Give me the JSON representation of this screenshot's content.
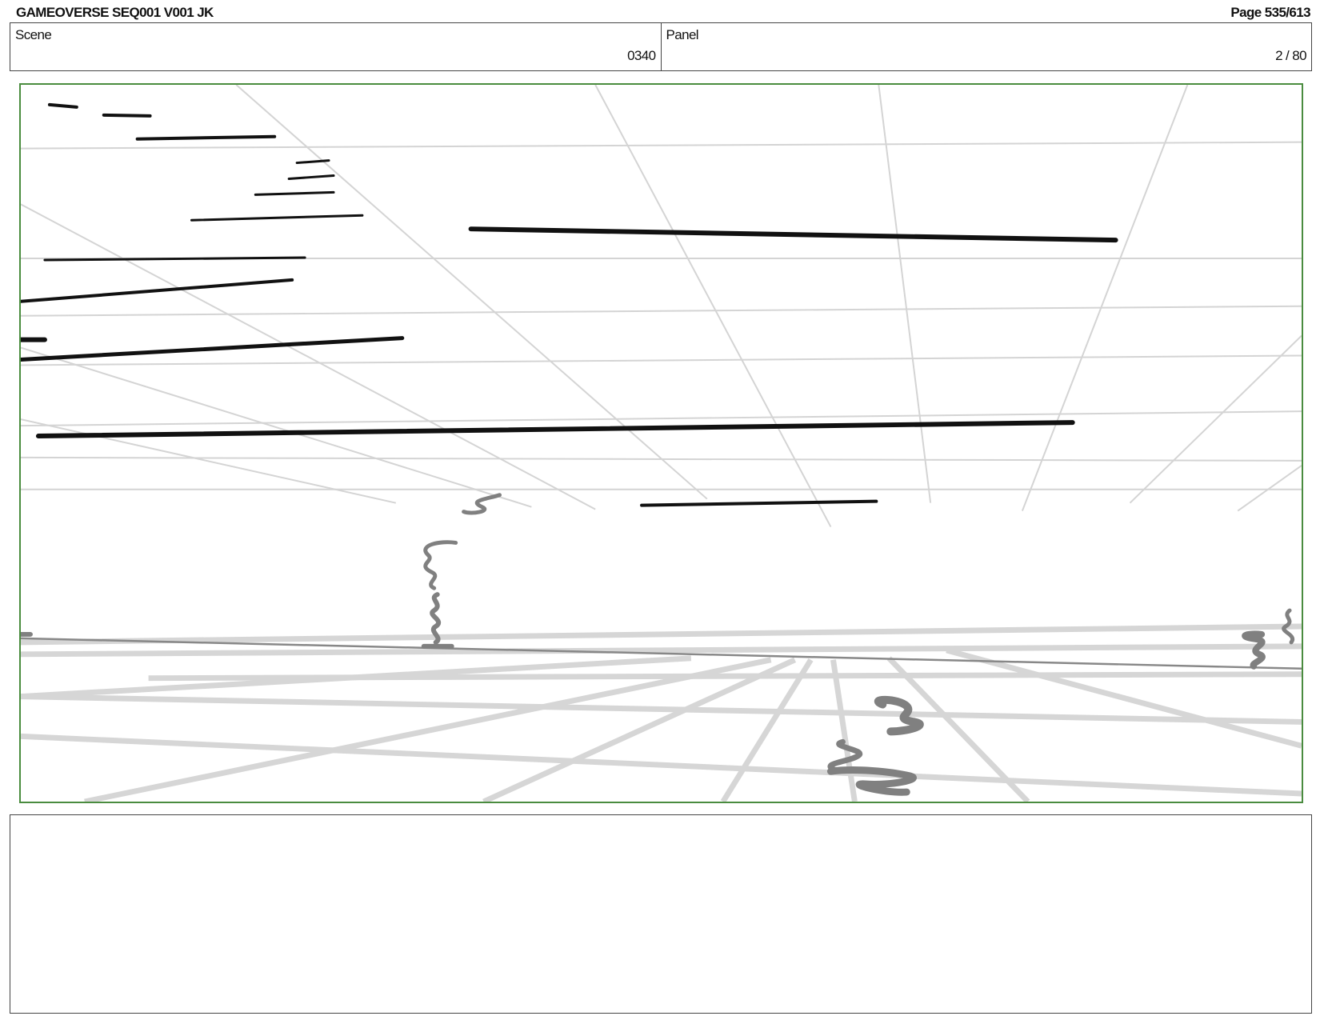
{
  "header": {
    "title": "GAMEOVERSE SEQ001 V001 JK",
    "page": "Page 535/613"
  },
  "info": {
    "scene_label": "Scene",
    "scene_value": "0340",
    "panel_label": "Panel",
    "panel_value": "2 / 80"
  },
  "frame_color": "#4a8c3f",
  "notes": ""
}
